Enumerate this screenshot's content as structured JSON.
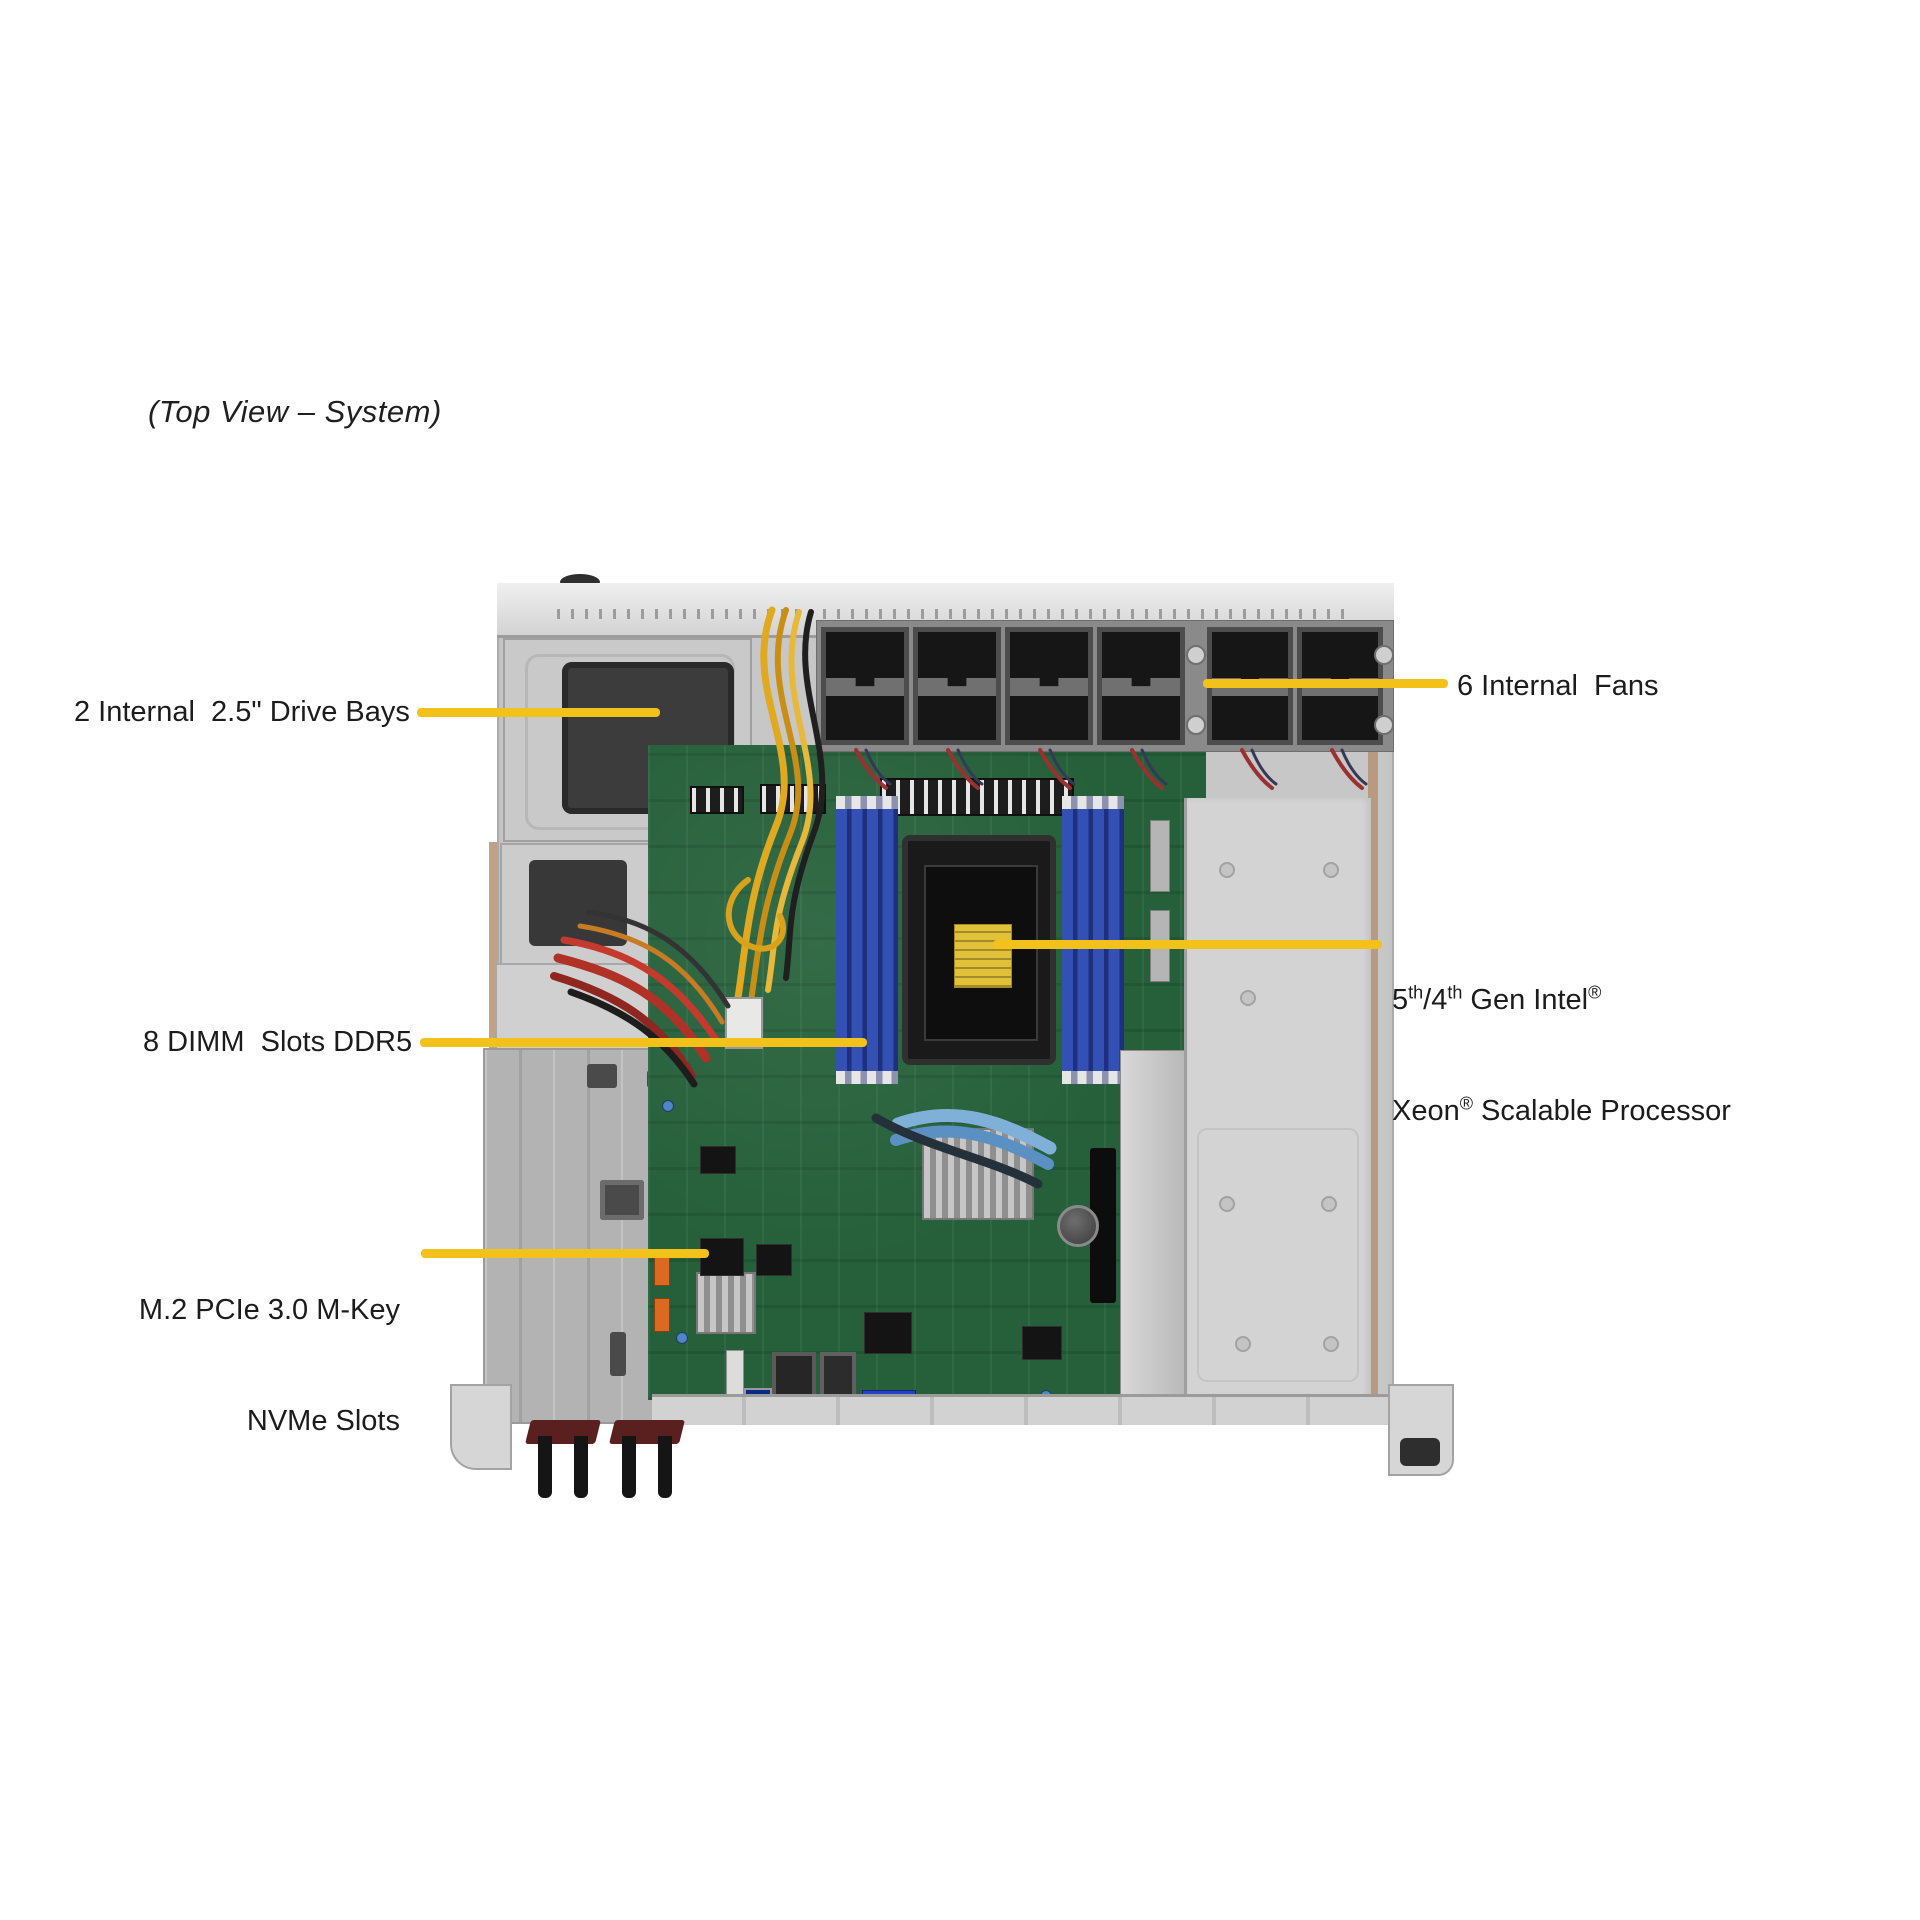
{
  "caption": "(Top View – System)",
  "colors": {
    "accent_yellow": "#F2C11A",
    "pcb_green": "#25603A",
    "dimm_blue": "#3350B4",
    "cpu_label_yellow": "#E2C13A",
    "chassis_gray": "#C7C7C7"
  },
  "labels": {
    "drive_bays": "2 Internal  2.5\" Drive Bays",
    "fans": "6 Internal  Fans",
    "dimm": "8 DIMM  Slots DDR5",
    "m2_line1": "M.2 PCIe 3.0 M-Key",
    "m2_line2": "NVMe Slots",
    "cpu": {
      "p1": "5",
      "s1": "th",
      "p2": "/4",
      "s2": "th",
      "p3": " Gen Intel",
      "s3": "®",
      "p4": "Xeon",
      "s4": "®",
      "p5": " Scalable Processor"
    }
  }
}
